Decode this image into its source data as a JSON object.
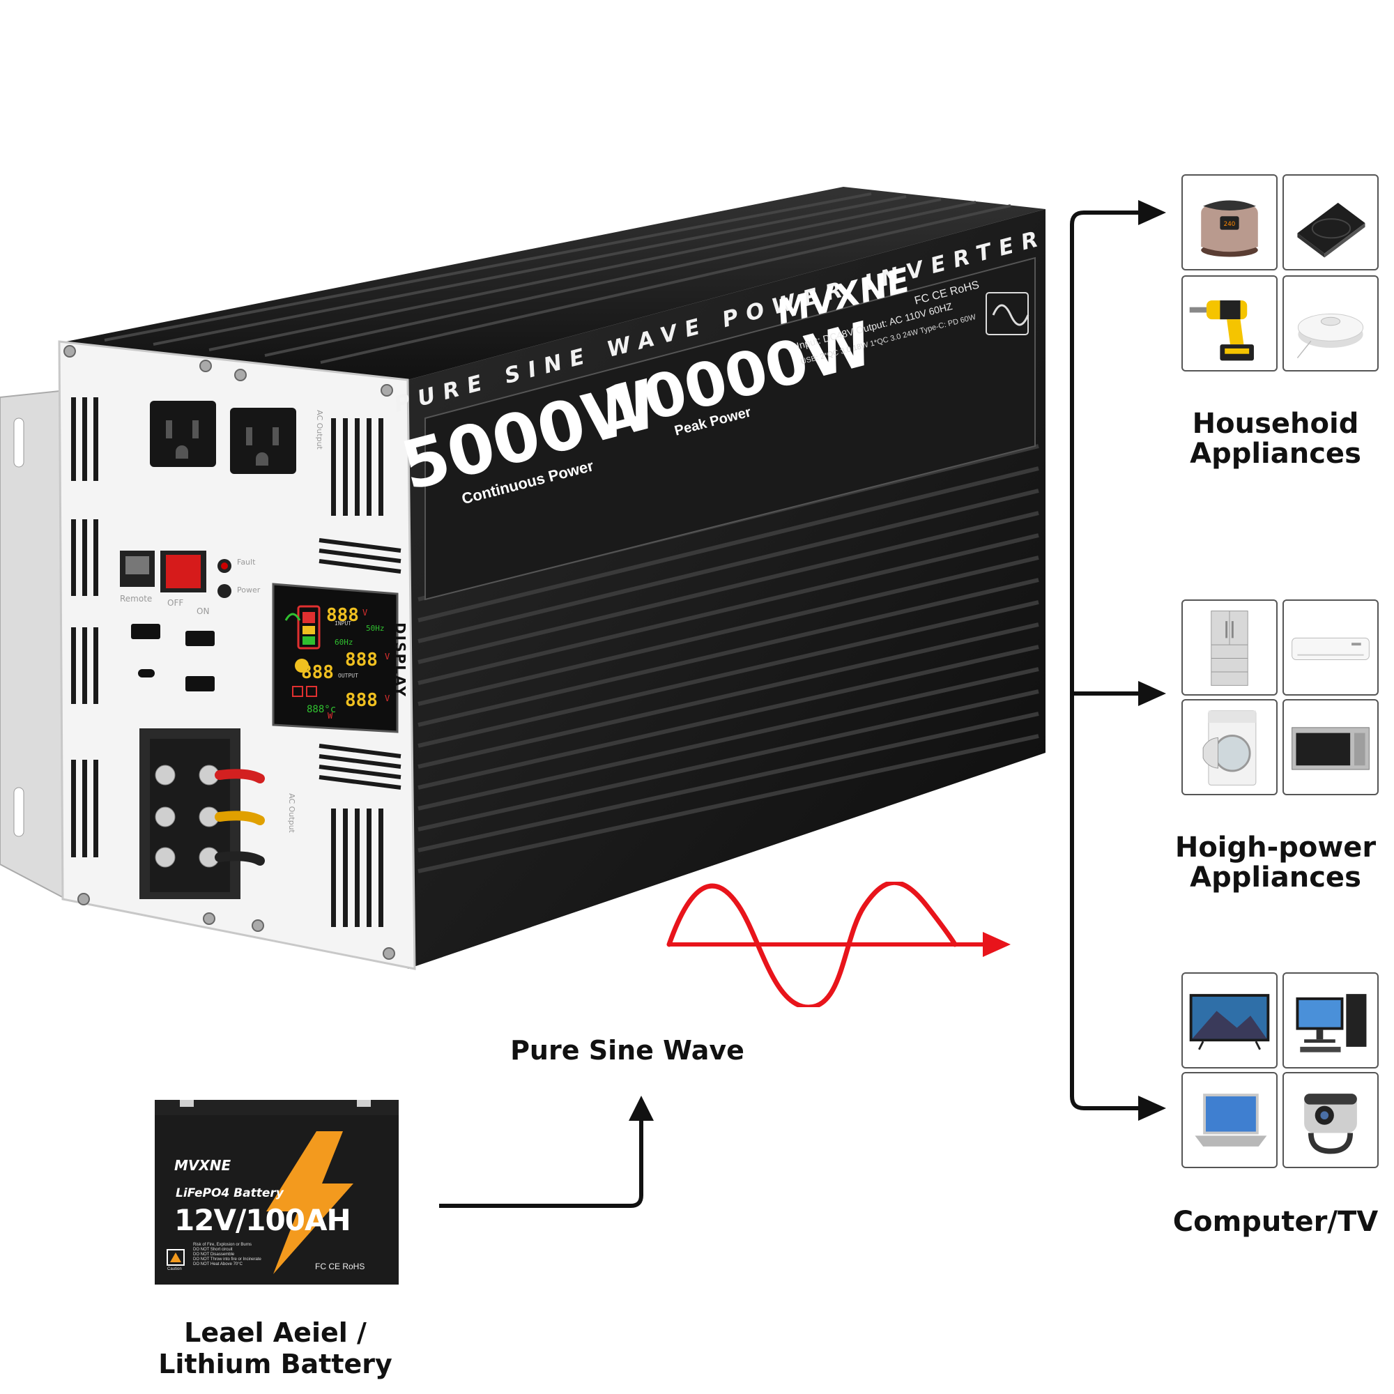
{
  "product": {
    "brand": "MVXNE",
    "headline": "PURE SINE WAVE POWER INVERTER",
    "continuous_watts": "5000W",
    "continuous_label": "Continuous Power",
    "peak_watts": "10000W",
    "peak_label": "Peak Power",
    "spec_line1": "Input: DC48V   Output: AC 110V   60HZ",
    "spec_line2": "USB: 2*QC 3.0 18W  1*QC 3.0 24W  Type-C: PD 60W",
    "certs": "FC CE RoHS",
    "display_label": "DISPLAY",
    "lcd_digits": [
      "888",
      "888",
      "888",
      "888"
    ],
    "lcd_units": [
      "V",
      "V",
      "W",
      "V"
    ],
    "lcd_hz": [
      "50Hz",
      "60Hz"
    ],
    "lcd_temp": "888°c",
    "lcd_tags": [
      "INPUT",
      "OUTPUT"
    ],
    "panel_labels": [
      "AC Output",
      "Remote",
      "OFF",
      "ON",
      "Fault",
      "Power",
      "AC Output"
    ]
  },
  "battery": {
    "brand": "MVXNE",
    "type": "LiFePO4 Battery",
    "rating": "12V/100AH",
    "certs": "FC CE RoHS",
    "warnings": [
      "Risk of Fire, Explosion or Burns",
      "DO NOT Short circuit",
      "DO NOT Disassemble",
      "DO NOT Throw into fire or Incinerate",
      "DO NOT Heat Above 70°C"
    ],
    "caution": "Caution"
  },
  "labels": {
    "sine_wave": "Pure Sine Wave",
    "battery_caption_line1": "Leael Aeiel /",
    "battery_caption_line2": "Lithium Battery",
    "household_line1": "Househoid",
    "household_line2": "Appliances",
    "highpower_line1": "Hoigh-power",
    "highpower_line2": "Appliances",
    "computer": "Computer/TV"
  },
  "colors": {
    "accent_red": "#e8141b",
    "battery_orange": "#f39a1e",
    "inverter_black": "#151515"
  }
}
